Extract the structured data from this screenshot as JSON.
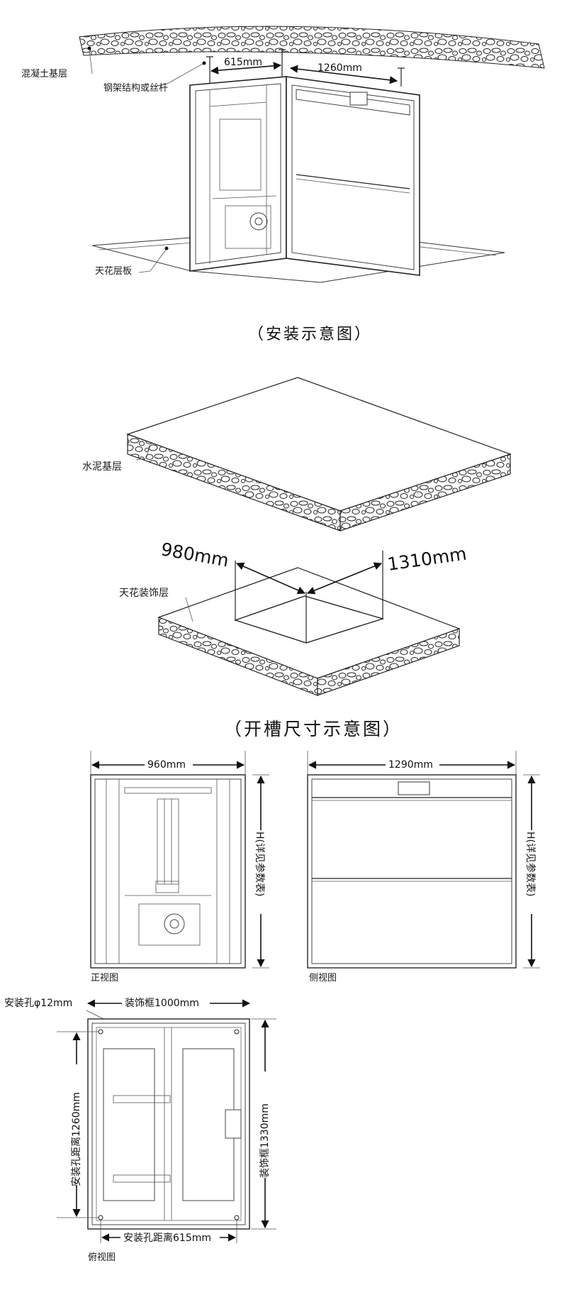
{
  "install_diagram": {
    "labels": {
      "concrete_base": "混凝土基层",
      "steel_structure": "钢架结构或丝杆",
      "ceiling_board": "天花层板"
    },
    "dims": {
      "width_a": "615mm",
      "width_b": "1260mm"
    },
    "caption": "（安装示意图）"
  },
  "slot_diagram": {
    "labels": {
      "cement_base": "水泥基层",
      "ceiling_decor": "天花装饰层"
    },
    "dims": {
      "length": "980mm",
      "width": "1310mm"
    },
    "caption": "（开槽尺寸示意图）"
  },
  "views": {
    "front": {
      "width": "960mm",
      "height": "H(详见参数表)",
      "caption": "正视图"
    },
    "side": {
      "width": "1290mm",
      "height": "H(详见参数表)",
      "caption": "侧视图"
    },
    "top": {
      "hole": "安装孔φ12mm",
      "frame_width": "装饰框1000mm",
      "hole_distance_vertical": "安装孔距离1260mm",
      "frame_height": "装饰框1330mm",
      "hole_distance_horizontal": "安装孔距离615mm",
      "caption": "俯视图"
    }
  },
  "colors": {
    "line": "#222222",
    "background": "#ffffff"
  }
}
